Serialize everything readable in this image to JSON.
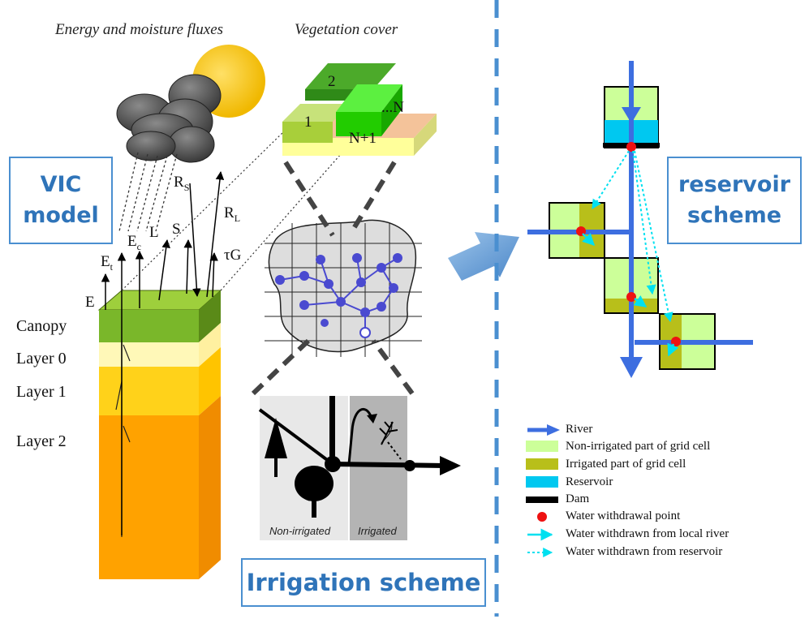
{
  "captions": {
    "energy": "Energy and moisture fluxes",
    "vegetation": "Vegetation cover"
  },
  "boxes": {
    "vic": "VIC model",
    "reservoir": "reservoir scheme",
    "irrigation": "Irrigation scheme"
  },
  "layers": [
    "Canopy",
    "Layer 0",
    "Layer 1",
    "Layer 2"
  ],
  "fluxes": {
    "e": "E",
    "et_base": "E",
    "et_sub": "t",
    "ec_base": "E",
    "ec_sub": "c",
    "l": "L",
    "s": "S",
    "rs_base": "R",
    "rs_sub": "S",
    "rl_base": "R",
    "rl_sub": "L",
    "tg": "τG"
  },
  "vegetation_tiles": [
    "1",
    "2",
    "...N",
    "N+1"
  ],
  "irrigation_zones": [
    "Non-irrigated",
    "Irrigated"
  ],
  "legend": [
    {
      "label": "River",
      "symbol": "arrow",
      "color": "#3d6ee0"
    },
    {
      "label": "Non-irrigated part of grid cell",
      "symbol": "rect",
      "color": "#ccff99"
    },
    {
      "label": "Irrigated part of grid cell",
      "symbol": "rect",
      "color": "#b8bf1a"
    },
    {
      "label": "Reservoir",
      "symbol": "rect",
      "color": "#00c8f0"
    },
    {
      "label": "Dam",
      "symbol": "bar",
      "color": "#000000"
    },
    {
      "label": "Water withdrawal point",
      "symbol": "dot",
      "color": "#ee1111"
    },
    {
      "label": "Water withdrawn from local river",
      "symbol": "cyan-arrow",
      "color": "#00e0f0"
    },
    {
      "label": "Water withdrawn from reservoir",
      "symbol": "cyan-dotted-arrow",
      "color": "#00e0f0"
    }
  ]
}
